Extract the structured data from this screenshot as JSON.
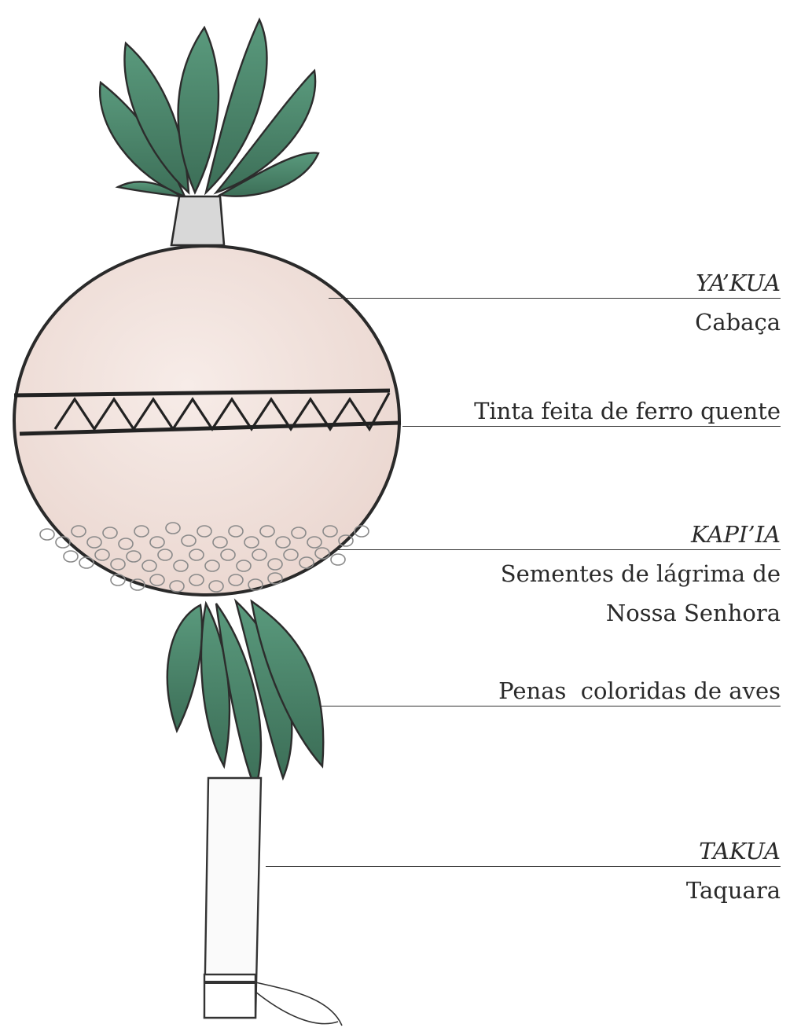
{
  "labels": {
    "yakua": {
      "term": "YA’KUA",
      "meaning": "Cabaça"
    },
    "tinta": {
      "text": "Tinta feita de ferro quente"
    },
    "kapiia": {
      "term": "KAPI’IA",
      "meaning_line1": "Sementes de lágrima de",
      "meaning_line2": "Nossa Senhora"
    },
    "penas": {
      "text": "Penas  coloridas de aves"
    },
    "takua": {
      "term": "TAKUA",
      "meaning": "Taquara"
    }
  },
  "colors": {
    "feather": "#4f8a70",
    "feather_dark": "#2f5a45",
    "gourd": "#f3e4de",
    "pencil": "#333333"
  }
}
